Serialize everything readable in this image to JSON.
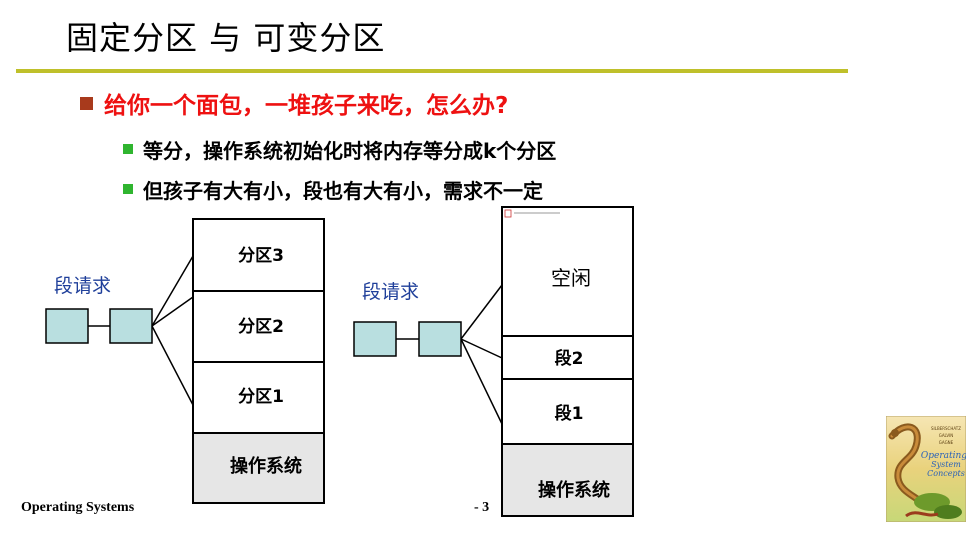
{
  "slide": {
    "title": "固定分区 与 可变分区",
    "bullets": {
      "main": "给你一个面包，一堆孩子来吃，怎么办?",
      "sub1": "等分，操作系统初始化时将内存等分成k个分区",
      "sub2": "但孩子有大有小，段也有大有小，需求不一定"
    }
  },
  "fixed_partition": {
    "request_label": "段请求",
    "blocks": [
      "分区3",
      "分区2",
      "分区1",
      "操作系统"
    ]
  },
  "variable_partition": {
    "request_label": "段请求",
    "blocks": [
      "空闲",
      "段2",
      "段1",
      "操作系统"
    ]
  },
  "footer": {
    "course": "Operating Systems",
    "page": "- 3"
  },
  "book_cover": {
    "title_line1": "Operating",
    "title_line2": "System",
    "title_line3": "Concepts",
    "author_line1": "SILBERSCHATZ",
    "author_line2": "GALVIN",
    "author_line3": "GAGNE"
  },
  "colors": {
    "title_rule": "#bfc02a",
    "main_bullet_text": "#ee1111",
    "main_bullet_square": "#a83a1c",
    "sub_bullet_square": "#2fb52f",
    "request_label": "#1f3f9a",
    "request_box_fill": "#b9dfe0",
    "os_block_fill": "#e6e6e6"
  }
}
